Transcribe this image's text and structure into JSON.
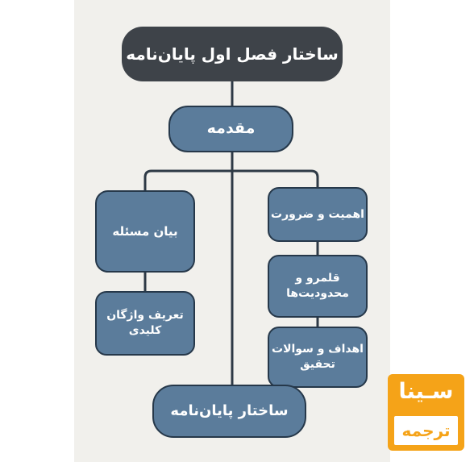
{
  "diagram": {
    "title": "ساختار فصل اول پایان‌نامه",
    "intro": "مقدمه",
    "left_nodes": [
      "بیان مسئله",
      "تعریف واژگان کلیدی"
    ],
    "right_nodes": [
      "اهمیت و ضرورت",
      "قلمرو و محدودیت‌ها",
      "اهداف و سوالات تحقیق"
    ],
    "footer": "ساختار پایان‌نامه"
  },
  "logo": {
    "top_text": "سـینا",
    "bottom_text": "ترجمه"
  },
  "colors": {
    "title_box": "#3e4349",
    "node": "#5b7c9b",
    "node_border": "#26384a",
    "connector": "#2e3a46",
    "panel_background": "#f1f0ec",
    "logo": "#f5a318"
  }
}
